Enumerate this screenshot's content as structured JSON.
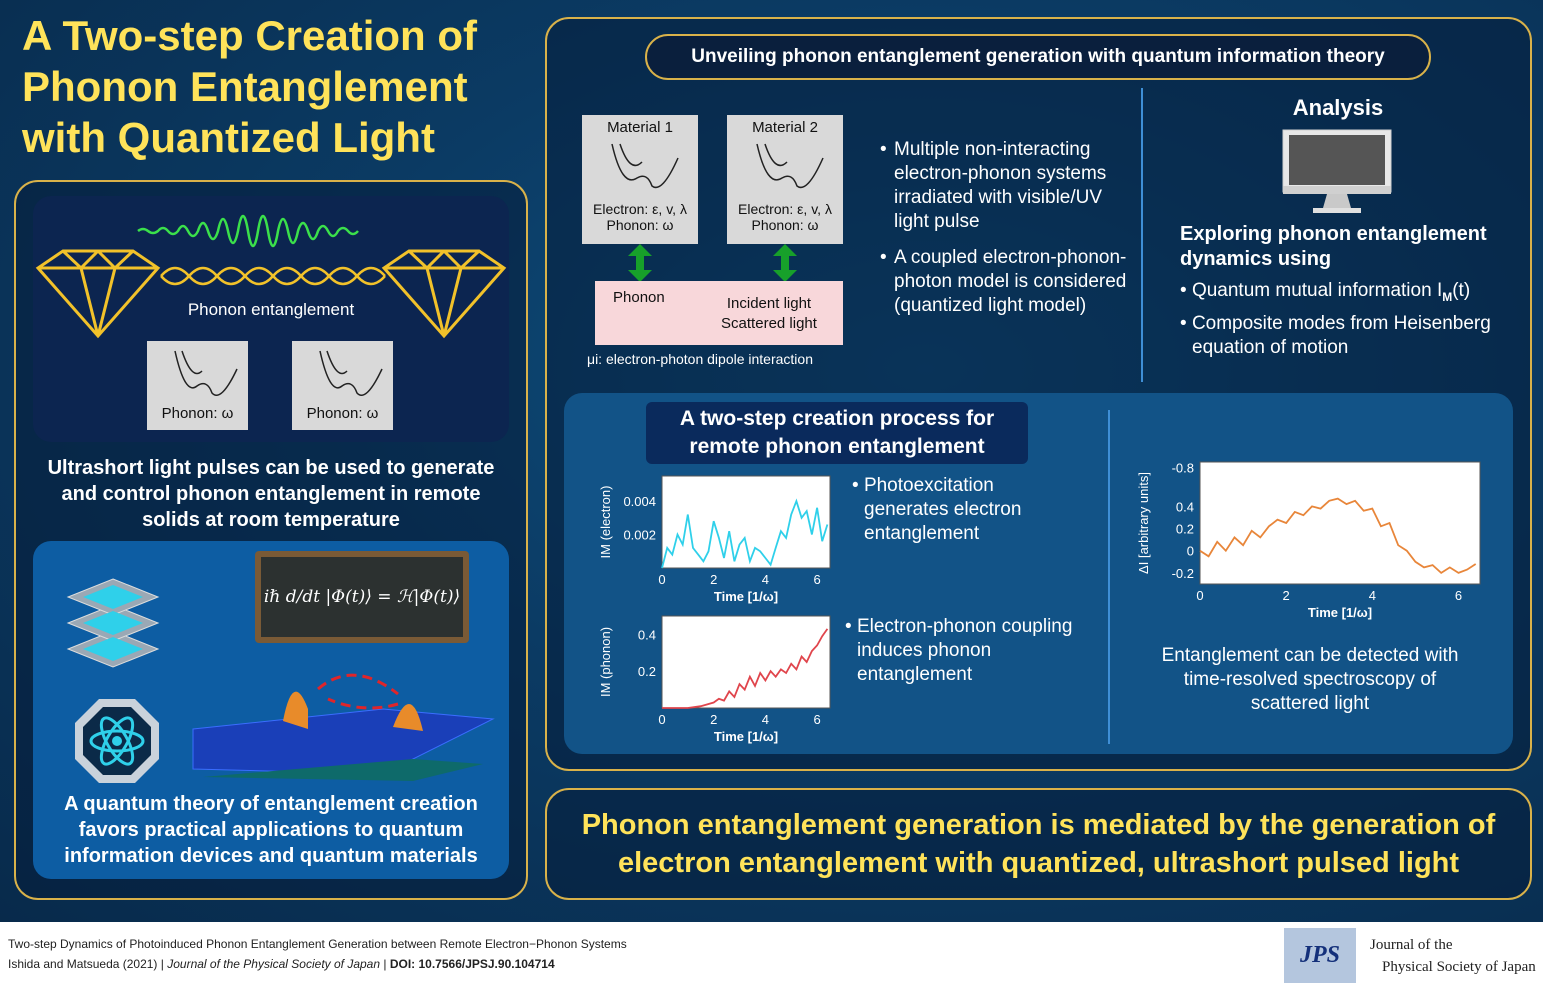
{
  "title": "A Two-step Creation of Phonon Entanglement with Quantized Light",
  "left_panel": {
    "top_label": "Phonon entanglement",
    "phonon_box_1": "Phonon: ω",
    "phonon_box_2": "Phonon: ω",
    "caption_1": "Ultrashort light pulses can be used to generate and control phonon entanglement in remote solids at room temperature",
    "equation": "iℏ d/dt |Φ(t)⟩ = ℋ|Φ(t)⟩",
    "caption_2": "A quantum theory of entanglement creation favors practical applications to quantum information devices and quantum materials"
  },
  "right_panel": {
    "header": "Unveiling phonon entanglement generation with quantum information theory",
    "material_1": {
      "title": "Material 1",
      "electron": "Electron: ε, v, λ",
      "phonon": "Phonon: ω"
    },
    "material_2": {
      "title": "Material 2",
      "electron": "Electron: ε, v, λ",
      "phonon": "Phonon: ω"
    },
    "coupling_box": {
      "phonon": "Phonon",
      "incident": "Incident light",
      "scattered": "Scattered light"
    },
    "dipole_note": "μi: electron-photon dipole interaction",
    "bullets_model": [
      "Multiple non-interacting electron-phonon systems irradiated with visible/UV light pulse",
      "A coupled electron-phonon-photon model is considered (quantized light model)"
    ],
    "analysis": {
      "title": "Analysis",
      "subtitle": "Exploring phonon entanglement dynamics using",
      "bullet_1_main": "Quantum mutual information I",
      "bullet_1_sub": "M",
      "bullet_1_tail": "(t)",
      "bullet_2": "Composite modes from Heisenberg equation of motion"
    },
    "process_title": "A two-step creation process for remote phonon entanglement",
    "bullet_photo": "Photoexcitation generates electron entanglement",
    "bullet_coupling": "Electron-phonon coupling induces phonon entanglement",
    "detect_caption": "Entanglement can be detected with time-resolved spectroscopy of scattered light"
  },
  "bottom_banner": "Phonon entanglement generation is mediated by the generation of electron entanglement with quantized, ultrashort pulsed light",
  "footer": {
    "line1": "Two-step Dynamics of Photoinduced Phonon Entanglement Generation between Remote Electron−Phonon Systems",
    "authors": "Ishida and Matsueda (2021)",
    "journal": "Journal of the Physical Society of Japan",
    "doi": "DOI: 10.7566/JPSJ.90.104714",
    "logo": "JPS",
    "journal_name_1": "Journal of the",
    "journal_name_2": "Physical Society of Japan"
  },
  "colors": {
    "gold": "#d9b24a",
    "title_yellow": "#ffe35a",
    "cyan": "#2fd0ea",
    "red": "#e0454c",
    "orange": "#e8863a"
  },
  "chart_data": [
    {
      "type": "line",
      "name_axis": "IM (electron)",
      "xlabel": "Time [1/ω]",
      "ylabel": "IM (electron)",
      "xlim": [
        0,
        6.5
      ],
      "ylim": [
        0,
        0.0055
      ],
      "xticks": [
        "0",
        "2",
        "4",
        "6"
      ],
      "yticks": [
        "0.002",
        "0.004"
      ],
      "x": [
        0,
        0.2,
        0.4,
        0.6,
        0.8,
        1.0,
        1.2,
        1.4,
        1.6,
        1.8,
        2.0,
        2.2,
        2.4,
        2.6,
        2.8,
        3.0,
        3.2,
        3.4,
        3.6,
        3.8,
        4.0,
        4.2,
        4.4,
        4.6,
        4.8,
        5.0,
        5.2,
        5.4,
        5.6,
        5.8,
        6.0,
        6.2,
        6.4
      ],
      "y": [
        0.0,
        0.0012,
        0.0008,
        0.002,
        0.0014,
        0.0032,
        0.0012,
        0.0008,
        0.0004,
        0.001,
        0.0028,
        0.0018,
        0.0006,
        0.0022,
        0.0004,
        0.0014,
        0.0018,
        0.0004,
        0.0012,
        0.001,
        0.0006,
        0.0002,
        0.0012,
        0.0022,
        0.0018,
        0.0032,
        0.004,
        0.003,
        0.0034,
        0.002,
        0.0036,
        0.0016,
        0.0026
      ],
      "color": "#2fd0ea"
    },
    {
      "type": "line",
      "xlabel": "Time [1/ω]",
      "ylabel": "IM (phonon)",
      "xlim": [
        0,
        6.5
      ],
      "ylim": [
        0,
        0.5
      ],
      "xticks": [
        "0",
        "2",
        "4",
        "6"
      ],
      "yticks": [
        "0.2",
        "0.4"
      ],
      "x": [
        0,
        0.5,
        1.0,
        1.5,
        2.0,
        2.2,
        2.4,
        2.6,
        2.8,
        3.0,
        3.2,
        3.4,
        3.6,
        3.8,
        4.0,
        4.2,
        4.4,
        4.6,
        4.8,
        5.0,
        5.2,
        5.4,
        5.6,
        5.8,
        6.0,
        6.2,
        6.4
      ],
      "y": [
        0,
        0,
        0,
        0.01,
        0.03,
        0.05,
        0.04,
        0.09,
        0.06,
        0.13,
        0.1,
        0.17,
        0.12,
        0.19,
        0.15,
        0.2,
        0.17,
        0.21,
        0.19,
        0.24,
        0.21,
        0.28,
        0.25,
        0.31,
        0.34,
        0.39,
        0.43
      ],
      "color": "#e0454c"
    },
    {
      "type": "line",
      "xlabel": "Time [1/ω]",
      "ylabel": "ΔI [arbitrary units]",
      "xlim": [
        0,
        6.5
      ],
      "ylim": [
        -0.3,
        0.8
      ],
      "xticks": [
        "0",
        "2",
        "4",
        "6"
      ],
      "yticks": [
        "-0.2",
        "0",
        "0.2",
        "0.4",
        "-0.8"
      ],
      "x": [
        0,
        0.2,
        0.4,
        0.6,
        0.8,
        1.0,
        1.2,
        1.4,
        1.6,
        1.8,
        2.0,
        2.2,
        2.4,
        2.6,
        2.8,
        3.0,
        3.2,
        3.4,
        3.6,
        3.8,
        4.0,
        4.2,
        4.4,
        4.6,
        4.8,
        5.0,
        5.2,
        5.4,
        5.6,
        5.8,
        6.0,
        6.2,
        6.4
      ],
      "y": [
        0.0,
        -0.05,
        0.08,
        0.0,
        0.12,
        0.05,
        0.18,
        0.12,
        0.22,
        0.28,
        0.25,
        0.35,
        0.32,
        0.4,
        0.38,
        0.45,
        0.47,
        0.42,
        0.45,
        0.36,
        0.38,
        0.22,
        0.25,
        0.05,
        0.0,
        -0.1,
        -0.15,
        -0.13,
        -0.2,
        -0.15,
        -0.2,
        -0.17,
        -0.12
      ],
      "color": "#e8863a"
    }
  ]
}
